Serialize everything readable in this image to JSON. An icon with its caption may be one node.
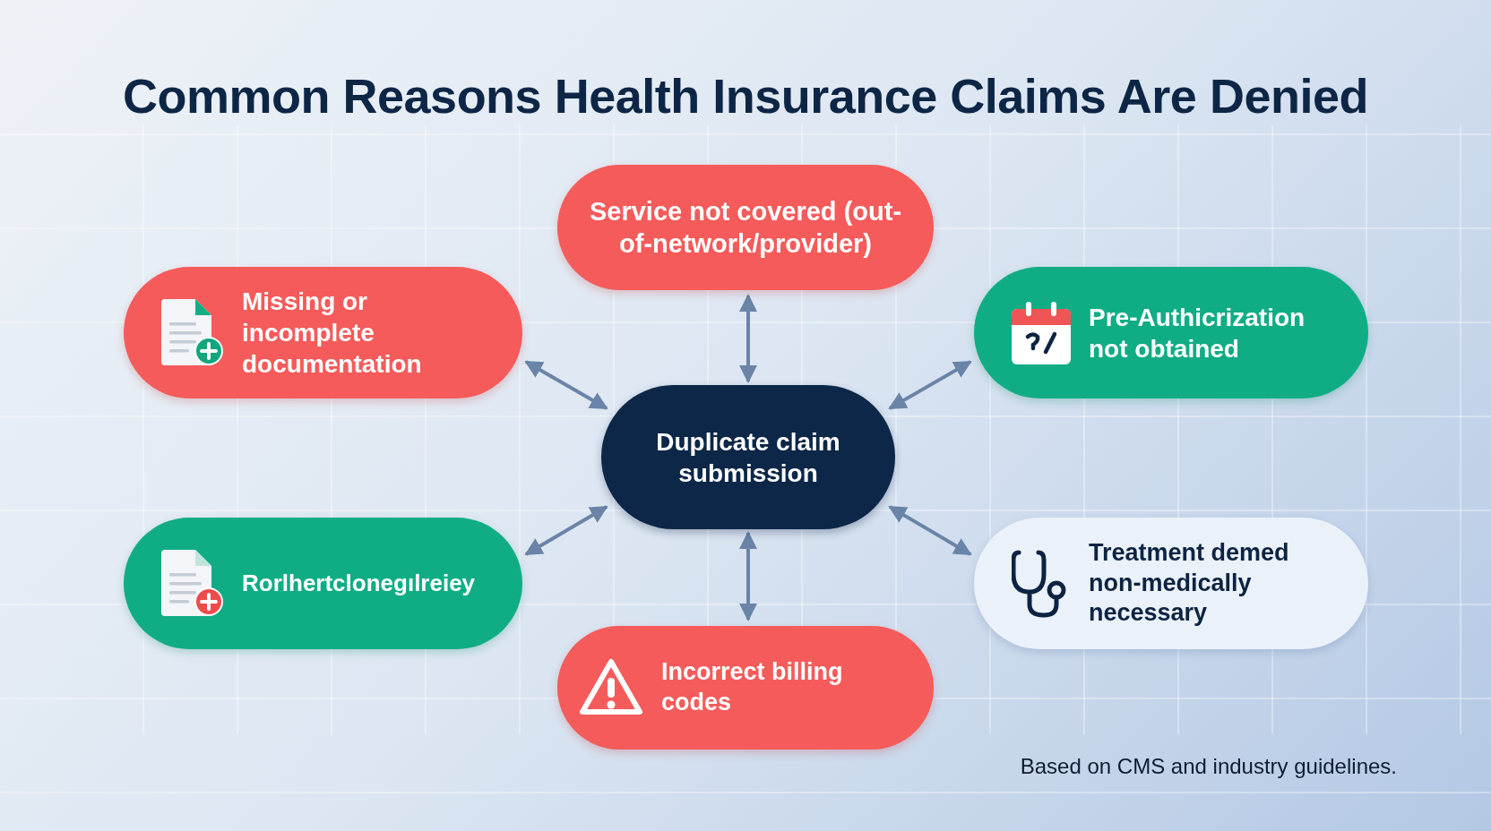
{
  "diagram": {
    "title": "Common Reasons Health Insurance Claims Are Denied",
    "nodes": [
      {
        "text": [
          "Service not covered (out-of-network/provider)"
        ]
      },
      {
        "text": [
          "Missing or incomplete documentation"
        ]
      },
      {
        "text": [
          "Pre-Authicrization not obtained"
        ]
      },
      {
        "text": [
          "Duplicate claim submission"
        ]
      },
      {
        "text": [
          "Rorlhertclonegılreiey"
        ]
      },
      {
        "text": [
          "Treatment demed non-medically necessary"
        ]
      },
      {
        "text": [
          "Incorrect billing codes"
        ]
      }
    ],
    "edges": [
      {
        "from": 3,
        "to": 0,
        "arrow": "both"
      },
      {
        "from": 3,
        "to": 1,
        "arrow": "both"
      },
      {
        "from": 3,
        "to": 2,
        "arrow": "both"
      },
      {
        "from": 3,
        "to": 4,
        "arrow": "both"
      },
      {
        "from": 3,
        "to": 5,
        "arrow": "both"
      },
      {
        "from": 3,
        "to": 6,
        "arrow": "both"
      }
    ],
    "labels": [
      "Based on CMS and industry guidelines."
    ]
  }
}
